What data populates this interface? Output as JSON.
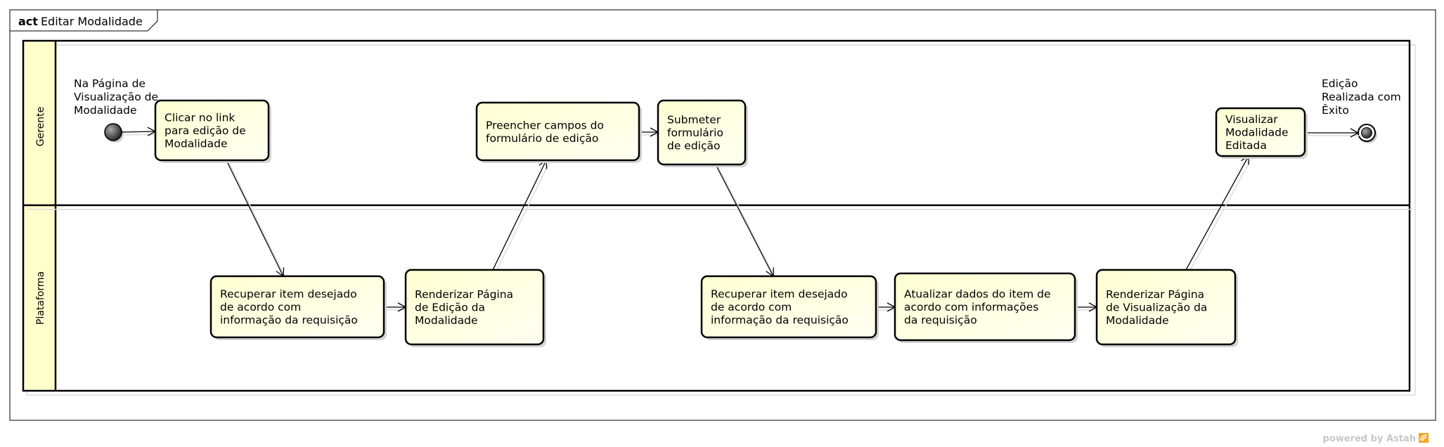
{
  "frame": {
    "keyword": "act",
    "name": "Editar Modalidade"
  },
  "lanes": [
    {
      "id": "gerente",
      "label": "Gerente"
    },
    {
      "id": "plataforma",
      "label": "Plataforma"
    }
  ],
  "start_note": [
    "Na Página de",
    "Visualização de",
    "Modalidade"
  ],
  "end_note": [
    "Edição",
    "Realizada com",
    "Êxito"
  ],
  "actions": [
    {
      "id": "a1",
      "lines": [
        "Clicar no link",
        "para edição de",
        "Modalidade"
      ]
    },
    {
      "id": "a2",
      "lines": [
        "Recuperar item desejado",
        "de acordo com",
        "informação da requisição"
      ]
    },
    {
      "id": "a3",
      "lines": [
        "Renderizar Página",
        "de Edição da",
        "Modalidade"
      ]
    },
    {
      "id": "a4",
      "lines": [
        "Preencher campos do",
        "formulário de edição"
      ]
    },
    {
      "id": "a5",
      "lines": [
        "Submeter",
        "formulário",
        "de edição"
      ]
    },
    {
      "id": "a6",
      "lines": [
        "Recuperar item desejado",
        "de acordo com",
        "informação da requisição"
      ]
    },
    {
      "id": "a7",
      "lines": [
        "Atualizar dados do item de",
        "acordo com informações",
        "da requisição"
      ]
    },
    {
      "id": "a8",
      "lines": [
        "Renderizar Página",
        "de Visualização da",
        "Modalidade"
      ]
    },
    {
      "id": "a9",
      "lines": [
        "Visualizar",
        "Modalidade",
        "Editada"
      ]
    }
  ],
  "footer": {
    "powered_by": "powered by Astah"
  },
  "colors": {
    "action_fill": "#ffffd9",
    "lane_header_fill": "#ffffcc",
    "line": "#000000",
    "shadow": "#d4d4d4"
  }
}
